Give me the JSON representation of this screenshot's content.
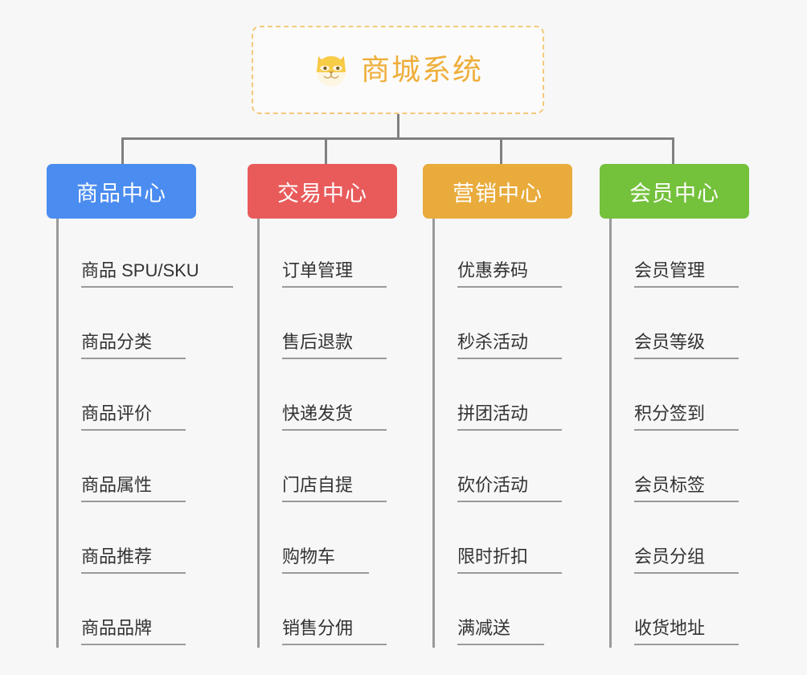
{
  "root": {
    "icon": "shiba-dog-icon",
    "title": "商城系统",
    "border_color": "#f3c97a",
    "text_color": "#eeae3a"
  },
  "connector": {
    "color": "#808080"
  },
  "columns": [
    {
      "id": "product-center",
      "title": "商品中心",
      "color": "#4a8cf0",
      "items": [
        "商品 SPU/SKU",
        "商品分类",
        "商品评价",
        "商品属性",
        "商品推荐",
        "商品品牌"
      ]
    },
    {
      "id": "trade-center",
      "title": "交易中心",
      "color": "#e95b5b",
      "items": [
        "订单管理",
        "售后退款",
        "快递发货",
        "门店自提",
        "购物车",
        "销售分佣"
      ]
    },
    {
      "id": "marketing-center",
      "title": "营销中心",
      "color": "#e9ab3c",
      "items": [
        "优惠券码",
        "秒杀活动",
        "拼团活动",
        "砍价活动",
        "限时折扣",
        "满减送"
      ]
    },
    {
      "id": "member-center",
      "title": "会员中心",
      "color": "#74c13c",
      "items": [
        "会员管理",
        "会员等级",
        "积分签到",
        "会员标签",
        "会员分组",
        "收货地址"
      ]
    }
  ]
}
